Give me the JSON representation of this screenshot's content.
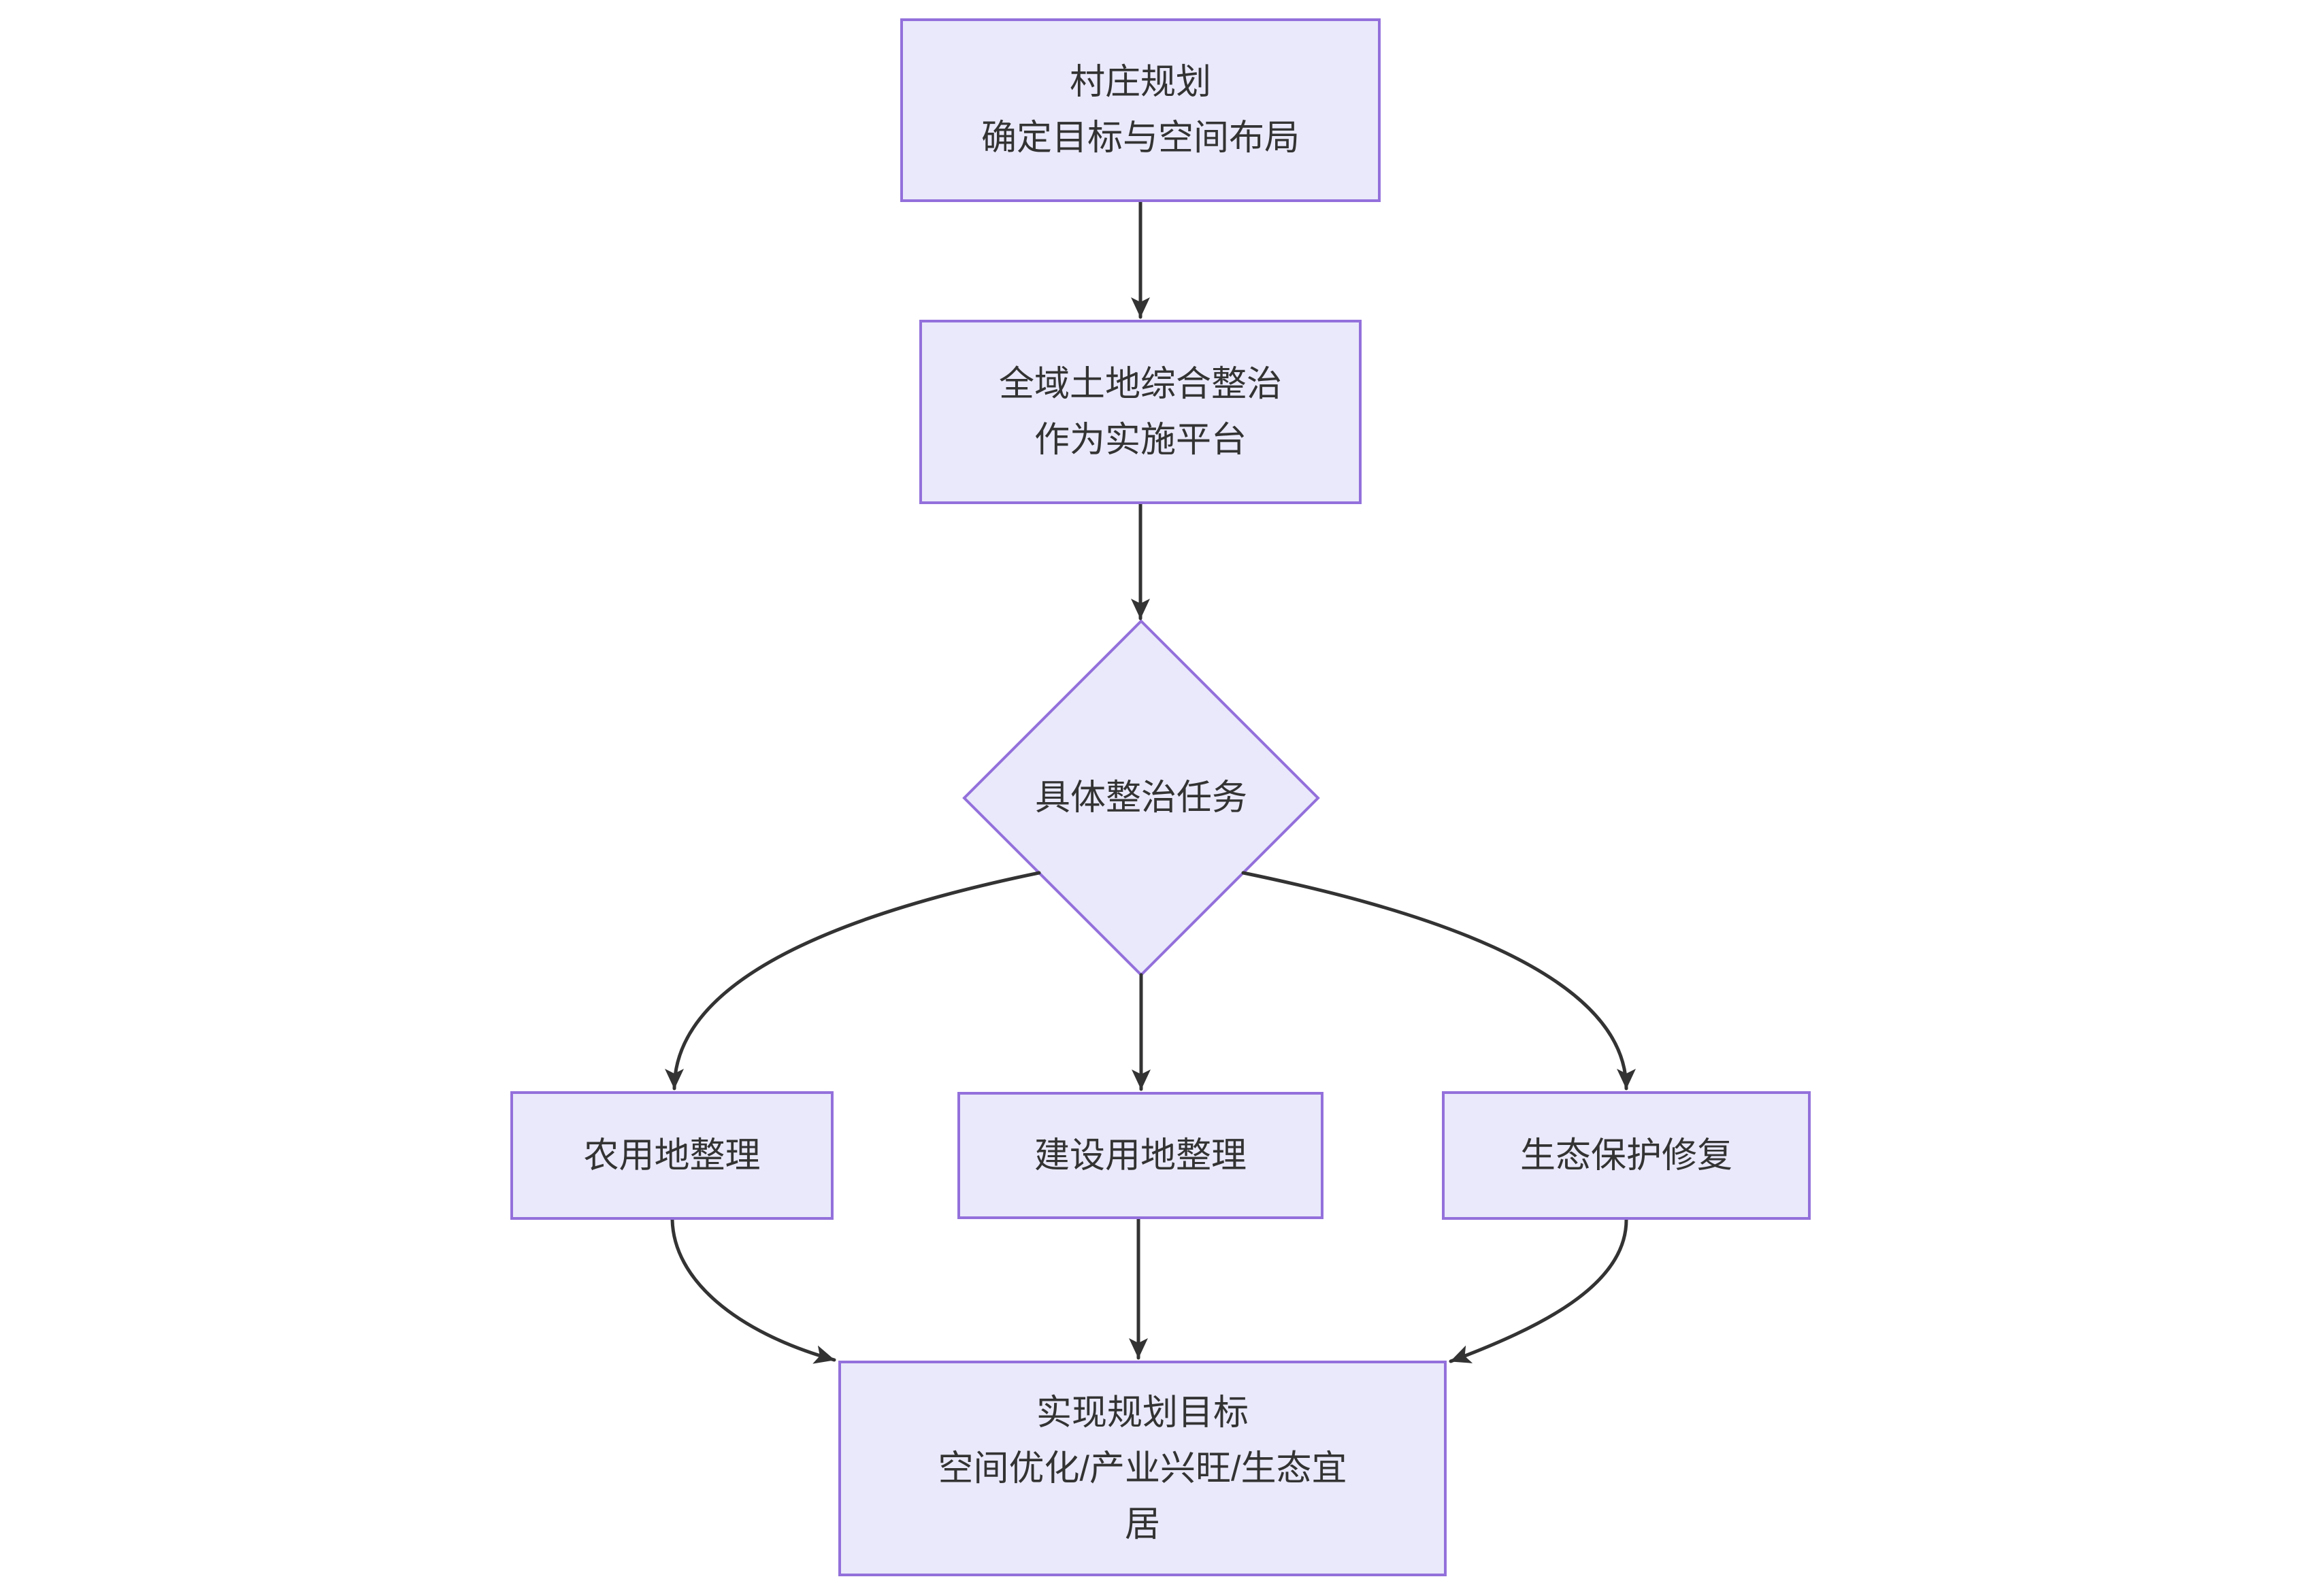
{
  "diagram": {
    "type": "flowchart",
    "direction": "top-down",
    "colors": {
      "node_fill": "#e9e9fb",
      "node_border": "#9370db",
      "edge": "#333333",
      "text": "#333333",
      "background": "#ffffff"
    },
    "nodes": {
      "village_planning": {
        "shape": "rect",
        "lines": [
          "村庄规划",
          "确定目标与空间布局"
        ]
      },
      "land_consolidation_platform": {
        "shape": "rect",
        "lines": [
          "全域土地综合整治",
          "作为实施平台"
        ]
      },
      "specific_tasks": {
        "shape": "diamond",
        "label": "具体整治任务"
      },
      "farmland_consolidation": {
        "shape": "rect",
        "label": "农用地整理"
      },
      "construction_land_consolidation": {
        "shape": "rect",
        "label": "建设用地整理"
      },
      "ecological_restoration": {
        "shape": "rect",
        "label": "生态保护修复"
      },
      "goal": {
        "shape": "rect",
        "lines": [
          "实现规划目标",
          "空间优化/产业兴旺/生态宜",
          "居"
        ]
      }
    },
    "edges": [
      {
        "from": "village_planning",
        "to": "land_consolidation_platform"
      },
      {
        "from": "land_consolidation_platform",
        "to": "specific_tasks"
      },
      {
        "from": "specific_tasks",
        "to": "farmland_consolidation"
      },
      {
        "from": "specific_tasks",
        "to": "construction_land_consolidation"
      },
      {
        "from": "specific_tasks",
        "to": "ecological_restoration"
      },
      {
        "from": "farmland_consolidation",
        "to": "goal"
      },
      {
        "from": "construction_land_consolidation",
        "to": "goal"
      },
      {
        "from": "ecological_restoration",
        "to": "goal"
      }
    ]
  }
}
